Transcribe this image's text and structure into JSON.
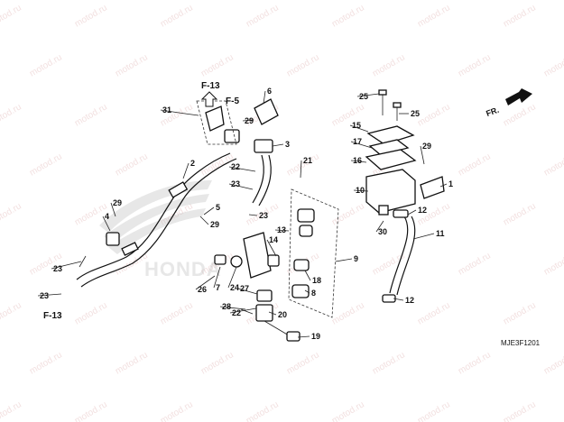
{
  "watermark": "motod.ru",
  "logo_text": "HONDA",
  "diagram_code": "MJE3F1201",
  "direction_label": "FR.",
  "refs": [
    "F-13",
    "F-5",
    "F-13"
  ],
  "callouts": [
    "1",
    "2",
    "3",
    "4",
    "5",
    "6",
    "7",
    "8",
    "9",
    "10",
    "11",
    "12",
    "12",
    "13",
    "14",
    "15",
    "16",
    "17",
    "18",
    "19",
    "20",
    "21",
    "22",
    "22",
    "23",
    "23",
    "23",
    "23",
    "24",
    "25",
    "25",
    "26",
    "27",
    "28",
    "29",
    "29",
    "29",
    "29",
    "30",
    "31"
  ]
}
